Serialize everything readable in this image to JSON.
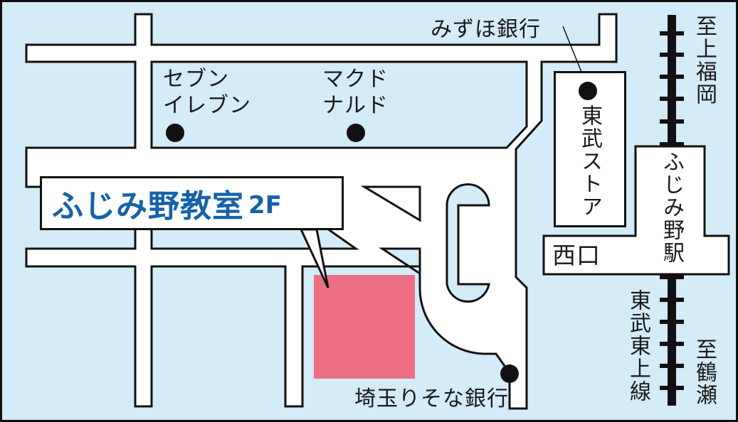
{
  "map": {
    "background_color": "#d4ebf8",
    "road_color": "#ffffff",
    "outline_color": "#111111",
    "school_color": "#ec6f84",
    "callout_text_color": "#1562a8"
  },
  "callout": {
    "name": "ふじみ野教室",
    "floor": "2F"
  },
  "landmarks": {
    "seven_eleven": "セブン\nイレブン",
    "seven_eleven_line1": "セブン",
    "seven_eleven_line2": "イレブン",
    "mcdonalds_line1": "マクド",
    "mcdonalds_line2": "ナルド",
    "mizuho": "みずほ銀行",
    "tobu_store": "東武ストア",
    "resona": "埼玉りそな銀行"
  },
  "station": {
    "name": "ふじみ野駅",
    "exit": "西口",
    "line": "東武東上線",
    "to_north": "至上福岡",
    "to_south": "至鶴瀬"
  }
}
